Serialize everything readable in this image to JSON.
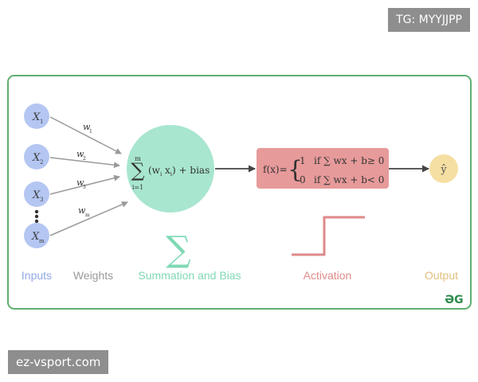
{
  "overlay": {
    "top_tag": "TG: MYYJJPP",
    "bottom_tag": "ez-vsport.com"
  },
  "diagram": {
    "inputs": [
      {
        "letter": "X",
        "sub": "1"
      },
      {
        "letter": "X",
        "sub": "2"
      },
      {
        "letter": "X",
        "sub": "3"
      },
      {
        "letter": "X",
        "sub": "m"
      }
    ],
    "weights": [
      {
        "letter": "w",
        "sub": "1"
      },
      {
        "letter": "w",
        "sub": "2"
      },
      {
        "letter": "w",
        "sub": "3"
      },
      {
        "letter": "w",
        "sub": "m"
      }
    ],
    "summation": {
      "sigma": "∑",
      "upper": "m",
      "lower": "i=1",
      "term_open": "(w",
      "term_i1": "i",
      "term_x": " x",
      "term_i2": "i",
      "term_close": ") + bias"
    },
    "activation_box": {
      "fx": "f(x)=",
      "brace": "{",
      "case1_value": "1",
      "case1_cond": "if ∑ wx + b≥ 0",
      "case2_value": "0",
      "case2_cond": "if ∑ wx + b< 0"
    },
    "output_symbol": "ŷ",
    "big_sigma": "∑",
    "labels": {
      "inputs": "Inputs",
      "weights": "Weights",
      "summation": "Summation and Bias",
      "activation": "Activation",
      "output": "Output"
    },
    "logo": "ƏG"
  },
  "colors": {
    "frame": "#5fae70",
    "input_node": "#b4c6f2",
    "summation_node": "#a8e6cf",
    "activation_box": "#e79a9a",
    "output_node": "#f5dfa3",
    "inputs_label": "#8fa8e6",
    "weights_label": "#9a9a9a",
    "summation_label": "#7fd9b4",
    "activation_label": "#df8a8a",
    "output_label": "#e0c07e",
    "logo": "#2e8b4e"
  }
}
